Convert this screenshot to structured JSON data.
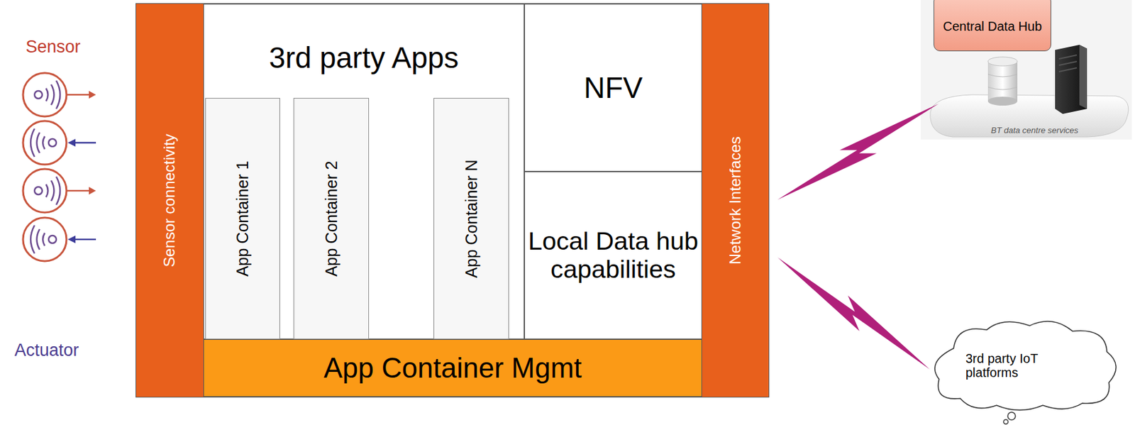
{
  "diagram": {
    "nodes": [
      {
        "text": [
          "Sensor connectivity"
        ]
      },
      {
        "text": [
          "3rd party Apps"
        ]
      },
      {
        "text": [
          "App Container 1"
        ],
        "in": 1
      },
      {
        "text": [
          "App Container 2"
        ],
        "in": 1
      },
      {
        "text": [
          "App Container N"
        ],
        "in": 1
      },
      {
        "text": [
          "NFV"
        ]
      },
      {
        "text": [
          "Local Data hub capabilities"
        ]
      },
      {
        "text": [
          "App Container Mgmt"
        ]
      },
      {
        "text": [
          "Network Interfaces"
        ]
      },
      {
        "text": [
          "Central Data Hub"
        ]
      },
      {
        "text": [
          "3rd party IoT platforms"
        ]
      }
    ],
    "edges": [
      {
        "from": 8,
        "to": 9,
        "arrow": "none"
      },
      {
        "from": 8,
        "to": 10,
        "arrow": "none"
      }
    ],
    "labels": [
      "Sensor",
      "Actuator",
      "BT data centre services"
    ]
  }
}
